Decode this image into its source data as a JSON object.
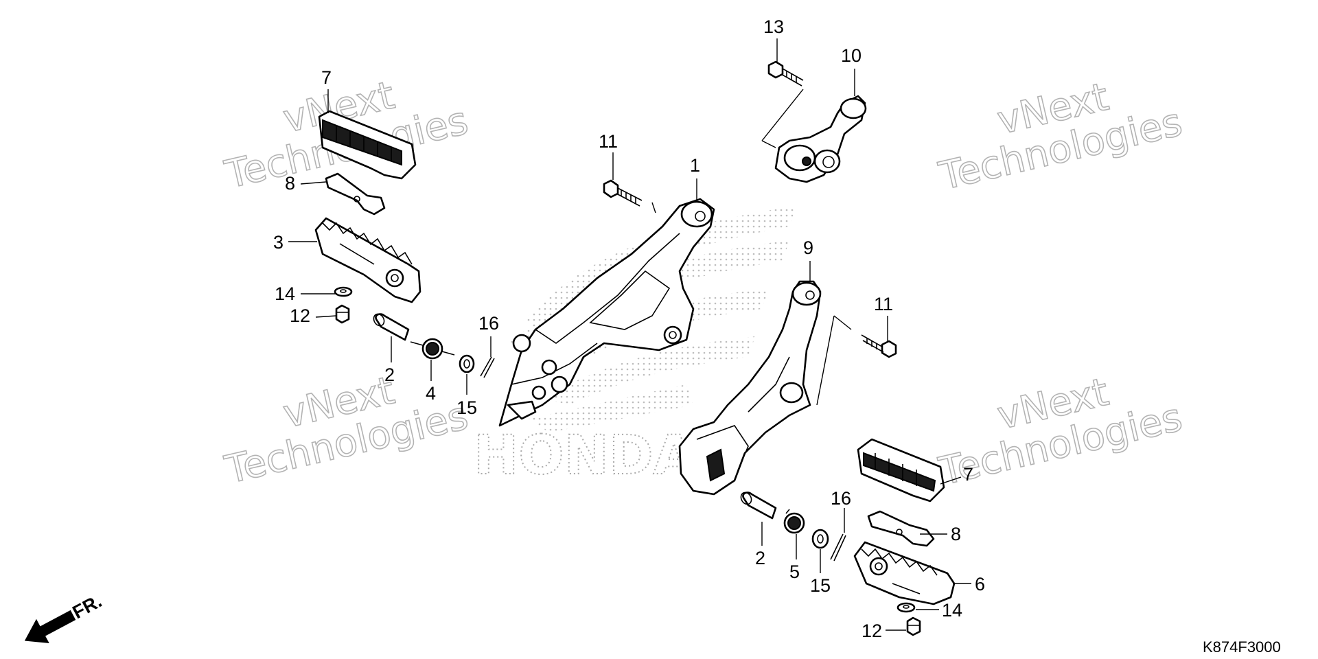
{
  "diagram": {
    "drawing_code": "K874F3000",
    "direction_label": "FR.",
    "brand_mark": "HONDA",
    "watermarks": [
      {
        "line1": "vNext",
        "line2": "Technologies"
      },
      {
        "line1": "vNext",
        "line2": "Technologies"
      },
      {
        "line1": "vNext",
        "line2": "Technologies"
      },
      {
        "line1": "vNext",
        "line2": "Technologies"
      }
    ],
    "callouts": [
      "7",
      "8",
      "3",
      "14",
      "12",
      "2",
      "4",
      "15",
      "16",
      "11",
      "1",
      "13",
      "10",
      "9",
      "11",
      "7",
      "8",
      "16",
      "2",
      "5",
      "15",
      "6",
      "14",
      "12"
    ]
  }
}
